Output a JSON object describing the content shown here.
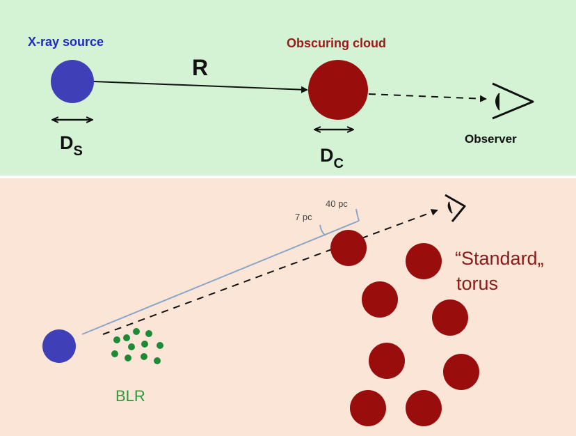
{
  "colors": {
    "top_panel_bg": "#d4f2d4",
    "bottom_panel_bg": "#fbe5d6",
    "source": "#3f3fb8",
    "cloud": "#990d0d",
    "blr": "#1f8a36",
    "arrow": "#111111",
    "scale_line": "#8aa6c8",
    "source_label": "#1f2ac0",
    "cloud_label": "#9a1a1a",
    "blr_label": "#2a9a3a",
    "torus_label": "#8b1a1a"
  },
  "top_panel": {
    "source_label": "X-ray source",
    "cloud_label": "Obscuring cloud",
    "distance_label": "R",
    "source_size_label": "D",
    "source_size_sub": "S",
    "cloud_size_label": "D",
    "cloud_size_sub": "C",
    "observer_label": "Observer",
    "observer_icon": "eye-icon"
  },
  "bottom_panel": {
    "scale_inner_label": "7 pc",
    "scale_outer_label": "40 pc",
    "torus_label_line1": "“Standard„",
    "torus_label_line2": "torus",
    "blr_label": "BLR",
    "observer_icon": "eye-icon"
  }
}
